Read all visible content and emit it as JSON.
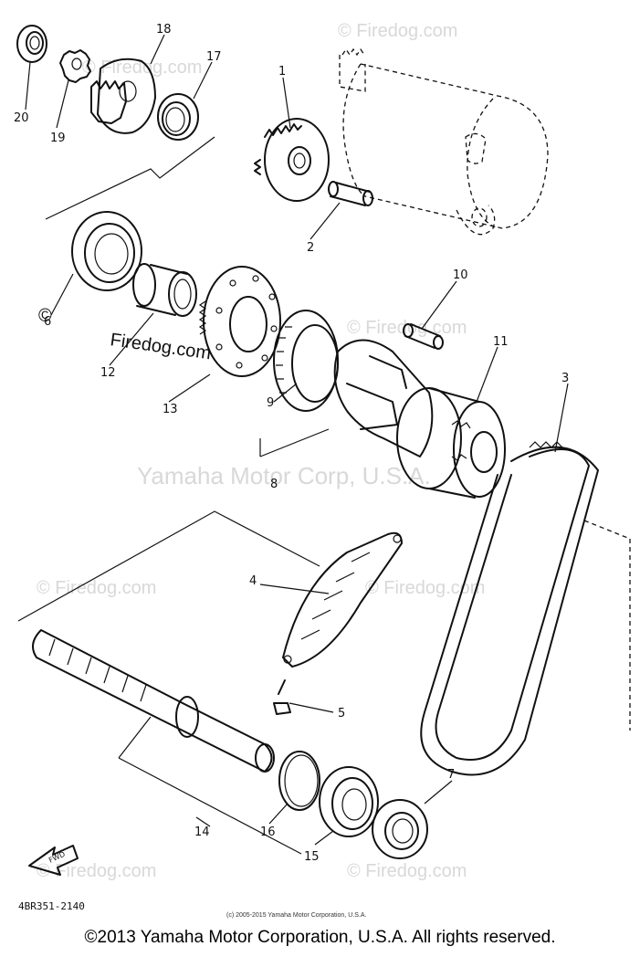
{
  "watermarks": {
    "firedog_short": "© Firedog.com",
    "firedog_full": "© Firedog.com",
    "firedog_partial": "Firedog.com",
    "yamaha": "Yamaha Motor Corp, U.S.A."
  },
  "callouts": [
    "1",
    "2",
    "3",
    "4",
    "5",
    "6",
    "7",
    "8",
    "9",
    "10",
    "11",
    "12",
    "13",
    "14",
    "15",
    "16",
    "17",
    "18",
    "19",
    "20"
  ],
  "diagram_code": "4BR351-2140",
  "fwd_label": "FWD",
  "small_copyright": "(c) 2005-2015 Yamaha Motor Corporation, U.S.A.",
  "footer_copyright": "©2013 Yamaha Motor Corporation, U.S.A. All rights reserved."
}
